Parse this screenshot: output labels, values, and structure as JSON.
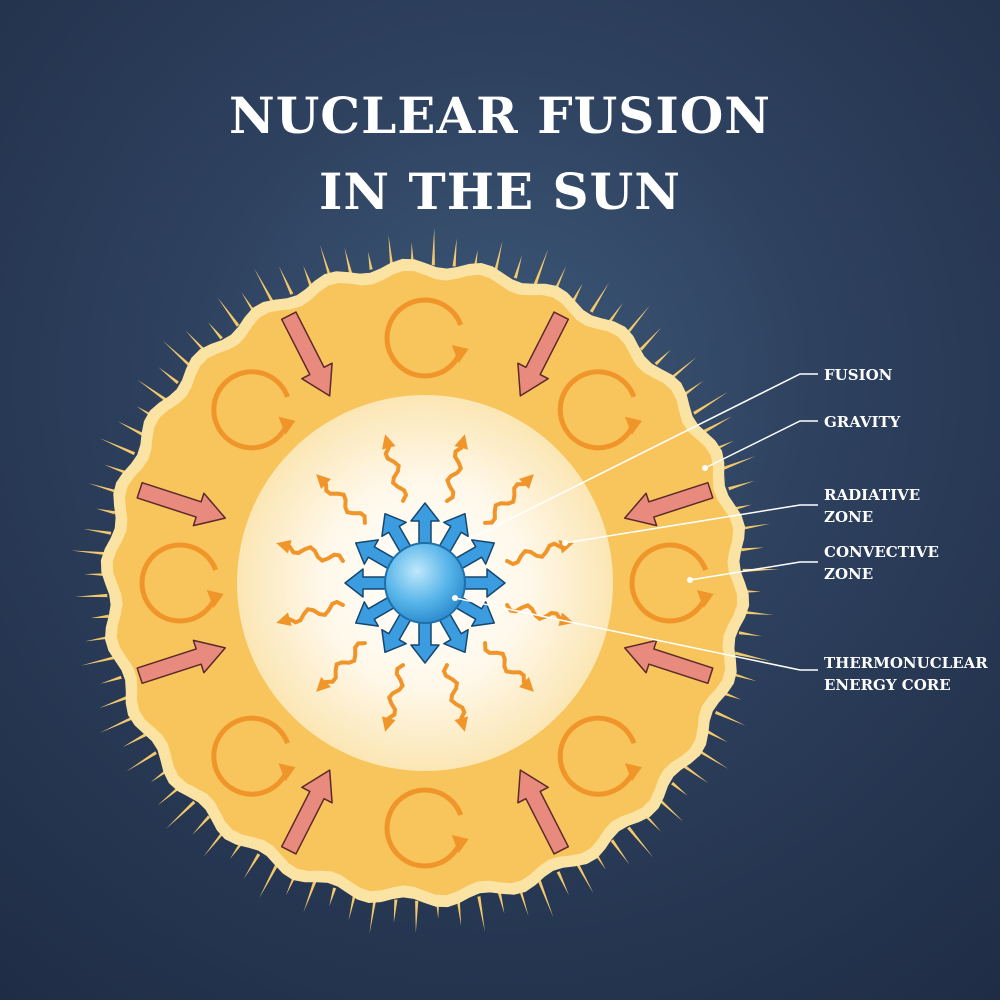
{
  "title": {
    "line1": "NUCLEAR FUSION",
    "line2": "IN THE SUN"
  },
  "labels": {
    "fusion": "FUSION",
    "gravity": "GRAVITY",
    "radiative_1": "RADIATIVE",
    "radiative_2": "ZONE",
    "convective_1": "CONVECTIVE",
    "convective_2": "ZONE",
    "core_1": "THERMONUCLEAR",
    "core_2": "ENERGY CORE"
  },
  "colors": {
    "background": "#2c3f5c",
    "convective_zone": "#f8c45c",
    "radiative_zone": "#fdf3dc",
    "gravity_arrow": "#e88a7e",
    "convection_arrow": "#f0952a",
    "core": "#5ab6ea",
    "fusion_arrow": "#3b9ce0",
    "leader_line": "#ffffff"
  }
}
